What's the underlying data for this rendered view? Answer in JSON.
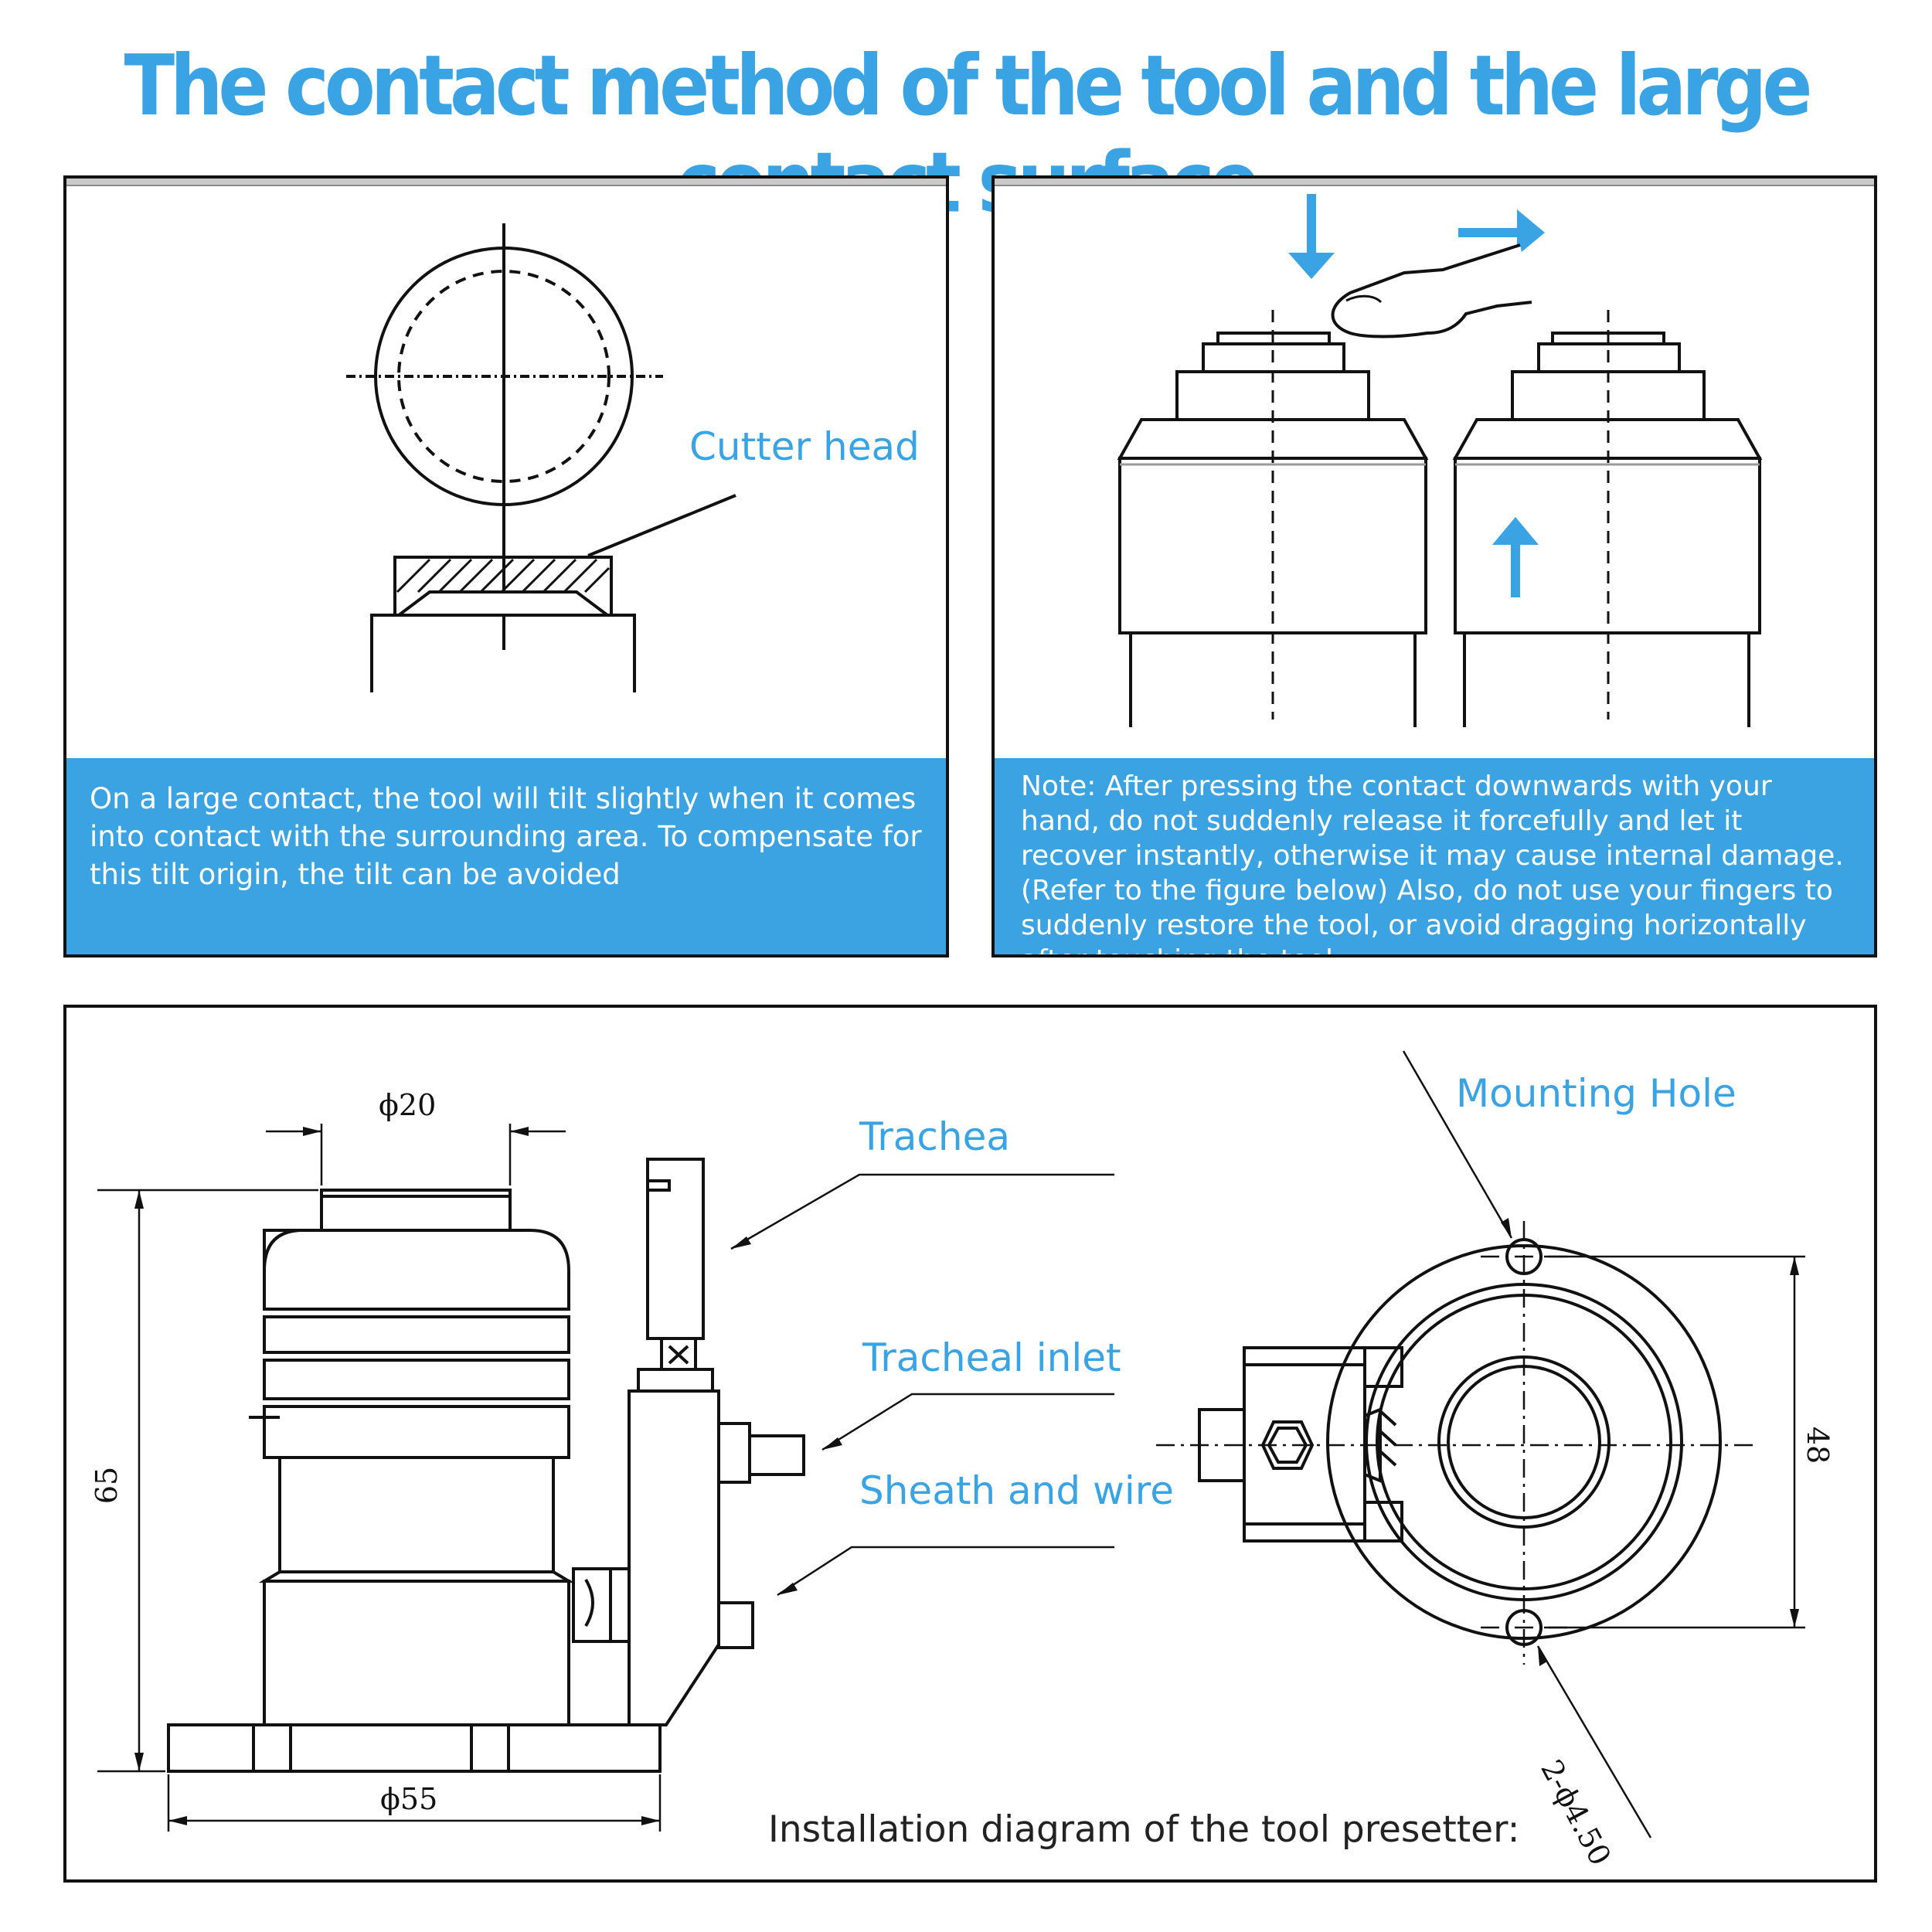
{
  "title": "The contact method of the tool and the large contact surface",
  "panel_left": {
    "label_cutter_head": "Cutter head",
    "caption": "On a large contact, the tool will tilt slightly when it comes into contact with the surrounding area. To compensate for this tilt origin, the tilt can be avoided"
  },
  "panel_right": {
    "caption": "Note:  After pressing the contact downwards with your hand, do not suddenly release it forcefully and let it recover instantly, otherwise it may cause internal damage. (Refer to the figure below) Also, do not use your fingers to suddenly restore the tool, or avoid dragging horizontally after touching the tool",
    "accent_color": "#3ba3e2"
  },
  "installation": {
    "label_trachea": "Trachea",
    "label_tracheal_inlet": "Tracheal inlet",
    "label_sheath_wire": "Sheath and wire",
    "label_mounting_hole": "Mounting Hole",
    "dim_top_diameter": "ϕ20",
    "dim_height": "65",
    "dim_base_diameter": "ϕ55",
    "dim_hole_spacing": "48",
    "dim_hole_spec": "2-ϕ4.50",
    "caption": "Installation diagram of the tool presetter:"
  }
}
